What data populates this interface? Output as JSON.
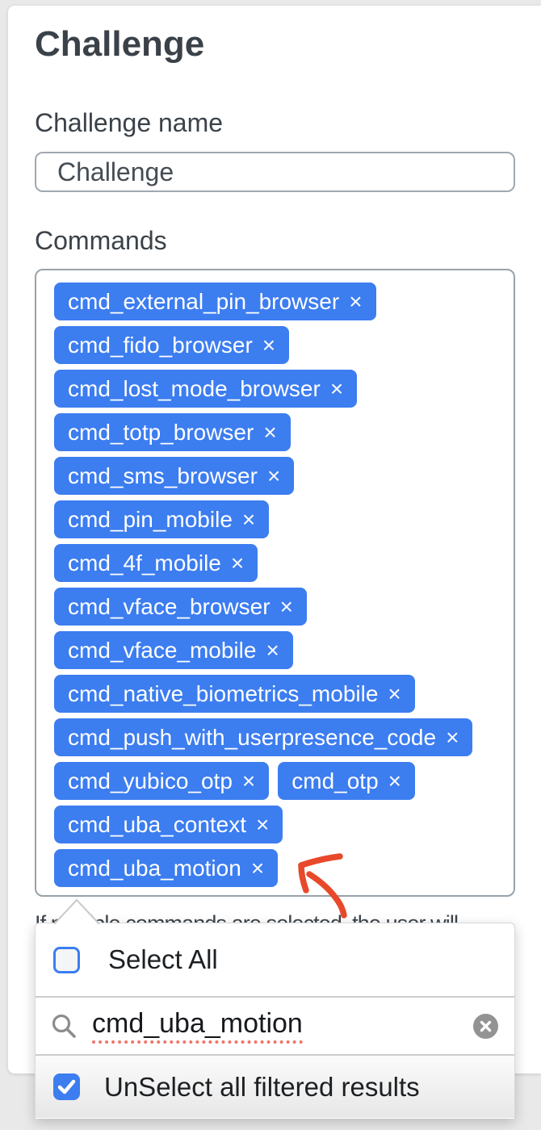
{
  "colors": {
    "accent_blue": "#3c7df0",
    "arrow_red": "#e8492b",
    "spellcheck_red": "#f0756a"
  },
  "header": {
    "title": "Challenge"
  },
  "form": {
    "name_field": {
      "label": "Challenge name",
      "value": "Challenge"
    },
    "commands_field": {
      "label": "Commands",
      "remove_glyph": "×",
      "selected_lines": [
        [
          "cmd_external_pin_browser"
        ],
        [
          "cmd_fido_browser"
        ],
        [
          "cmd_lost_mode_browser"
        ],
        [
          "cmd_totp_browser"
        ],
        [
          "cmd_sms_browser"
        ],
        [
          "cmd_pin_mobile"
        ],
        [
          "cmd_4f_mobile"
        ],
        [
          "cmd_vface_browser"
        ],
        [
          "cmd_vface_mobile"
        ],
        [
          "cmd_native_biometrics_mobile"
        ],
        [
          "cmd_push_with_userpresence_code"
        ],
        [
          "cmd_yubico_otp",
          "cmd_otp"
        ],
        [
          "cmd_uba_context"
        ],
        [
          "cmd_uba_motion"
        ]
      ]
    },
    "help_text": "If multiple commands are selected, the user will"
  },
  "dropdown": {
    "select_all": {
      "label": "Select All",
      "checked": false
    },
    "search": {
      "value": "cmd_uba_motion"
    },
    "unselect_filtered": {
      "label": "UnSelect all filtered results",
      "checked": true
    }
  }
}
